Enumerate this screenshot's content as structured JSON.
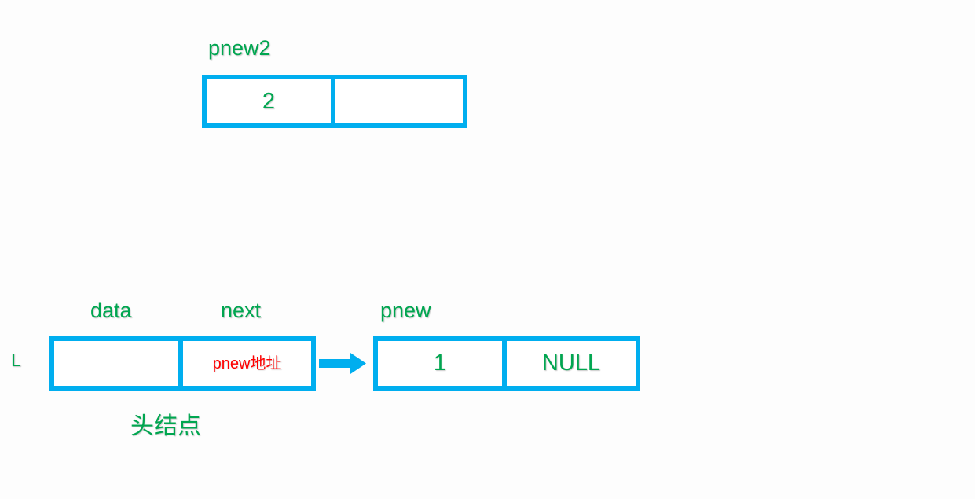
{
  "diagram": {
    "title_text": "linked list node insertion diagram",
    "colors": {
      "box_border": "#00AEEF",
      "arrow": "#00AEEF",
      "label_green": "#00A650",
      "address_red": "#FF0000",
      "background": "#FDFDFD"
    }
  },
  "pnew2_node": {
    "pointer_label": "pnew2",
    "data_cell": "2",
    "next_cell": ""
  },
  "head_node": {
    "pointer_label": "L",
    "field_labels": {
      "data": "data",
      "next": "next"
    },
    "data_cell": "",
    "next_cell": "pnew地址",
    "caption": "头结点"
  },
  "pnew_node": {
    "pointer_label": "pnew",
    "data_cell": "1",
    "next_cell": "NULL"
  },
  "arrow": {
    "name": "head-next-to-pnew-arrow",
    "direction": "right"
  }
}
